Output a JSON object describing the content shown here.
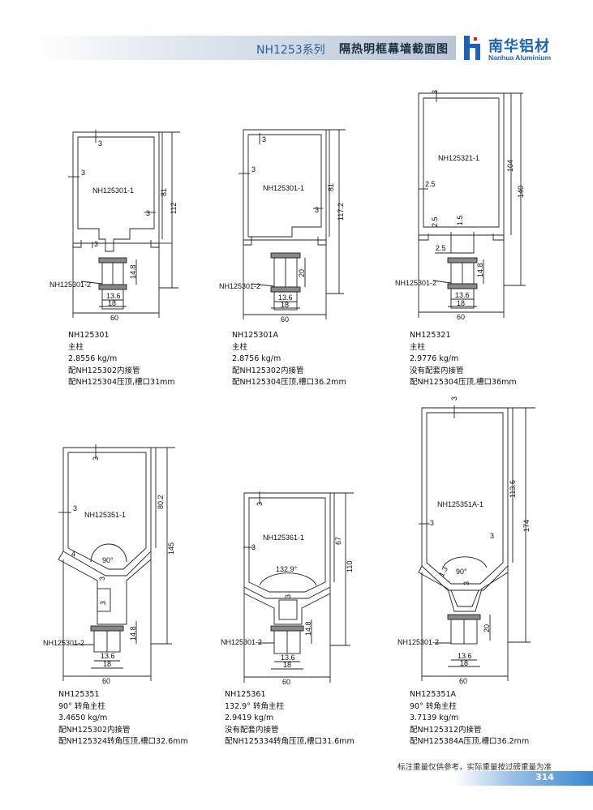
{
  "header": {
    "series": "NH1253系列",
    "title": "隔热明框幕墙截面图",
    "brand_cn": "南华铝材",
    "brand_en": "Nanhua Aluminium"
  },
  "colors": {
    "brand_blue": "#1d63b5",
    "header_grad": "#b9c6d6",
    "line": "#222222"
  },
  "profiles": [
    {
      "main": "NH125301-1",
      "insert": "NH125301-2",
      "dims": {
        "wall": "3",
        "h_inner": "81",
        "h_total": "112",
        "slot": "14.8",
        "w1": "13.6",
        "w2": "18",
        "width": "60"
      },
      "spec": [
        "NH125301",
        "主柱",
        "2.8556 kg/m",
        "配NH125302内接管",
        "配NH125304压顶,槽口31mm"
      ]
    },
    {
      "main": "NH125301-1",
      "insert": "NH125301-2",
      "dims": {
        "wall": "3",
        "h_inner": "81",
        "h_total": "117.2",
        "slot": "20",
        "w1": "13.6",
        "w2": "18",
        "width": "60"
      },
      "spec": [
        "NH125301A",
        "主柱",
        "2.8756 kg/m",
        "配NH125302内接管",
        "配NH125304压顶,槽口36.2mm"
      ]
    },
    {
      "main": "NH125321-1",
      "insert": "NH125301-2",
      "dims": {
        "wall": "3",
        "inner_a": "2.5",
        "inner_b": "1.5",
        "h_inner": "104",
        "h_total": "140",
        "slot": "14.8",
        "w1": "13.6",
        "w2": "18",
        "width": "60"
      },
      "spec": [
        "NH125321",
        "主柱",
        "2.9776 kg/m",
        "没有配套内接管",
        "配NH125304压顶,槽口36mm"
      ]
    },
    {
      "main": "NH125351-1",
      "insert": "NH125301-2",
      "dims": {
        "wall": "3",
        "chamfer": "4",
        "angle": "90°",
        "h_inner": "80.2",
        "h_total": "145",
        "slot": "14.8",
        "w1": "13.6",
        "w2": "18",
        "width": "60"
      },
      "spec": [
        "NH125351",
        "90° 转角主柱",
        "3.4650 kg/m",
        "配NH125302内接管",
        "配NH125324转角压顶,槽口32.6mm"
      ]
    },
    {
      "main": "NH125361-1",
      "insert": "NH125301-2",
      "dims": {
        "wall": "3",
        "angle": "132.9°",
        "h_inner": "67",
        "h_total": "110",
        "slot": "14.8",
        "w1": "13.6",
        "w2": "18",
        "width": "60"
      },
      "spec": [
        "NH125361",
        "132.9° 转角主柱",
        "2.9419 kg/m",
        "没有配套内接管",
        "配NH125334转角压顶,槽口31.6mm"
      ]
    },
    {
      "main": "NH125351A-1",
      "insert": "NH125301-2",
      "dims": {
        "wall": "3",
        "small": "1.3",
        "angle": "90°",
        "h_inner": "113.6",
        "h_total": "174",
        "slot": "20",
        "w1": "13.6",
        "w2": "18",
        "width": "60"
      },
      "spec": [
        "NH125351A",
        "90° 转角主柱",
        "3.7139 kg/m",
        "配NH125312内接管",
        "配NH125384A压顶,槽口36.2mm"
      ]
    }
  ],
  "footer": {
    "note": "标注重量仅供参考，实际重量按过磅重量为准",
    "page": "314"
  }
}
